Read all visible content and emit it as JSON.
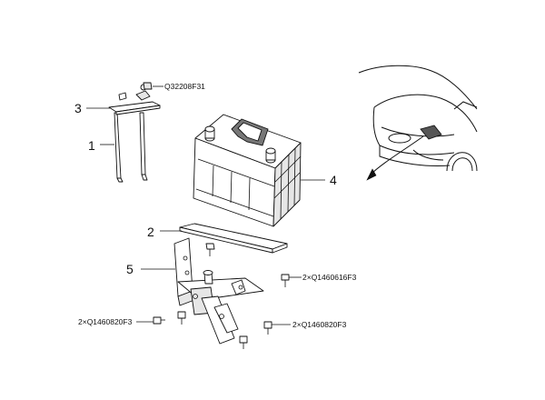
{
  "diagram": {
    "callouts": [
      {
        "id": "1",
        "label": "1"
      },
      {
        "id": "2",
        "label": "2"
      },
      {
        "id": "3",
        "label": "3"
      },
      {
        "id": "4",
        "label": "4"
      },
      {
        "id": "5",
        "label": "5"
      }
    ],
    "part_numbers": {
      "nut_top": "Q32208F31",
      "bolt_right_upper": "2×Q1460616F3",
      "bolt_right_lower": "2×Q1460820F3",
      "bolt_left": "2×Q1460820F3"
    }
  }
}
